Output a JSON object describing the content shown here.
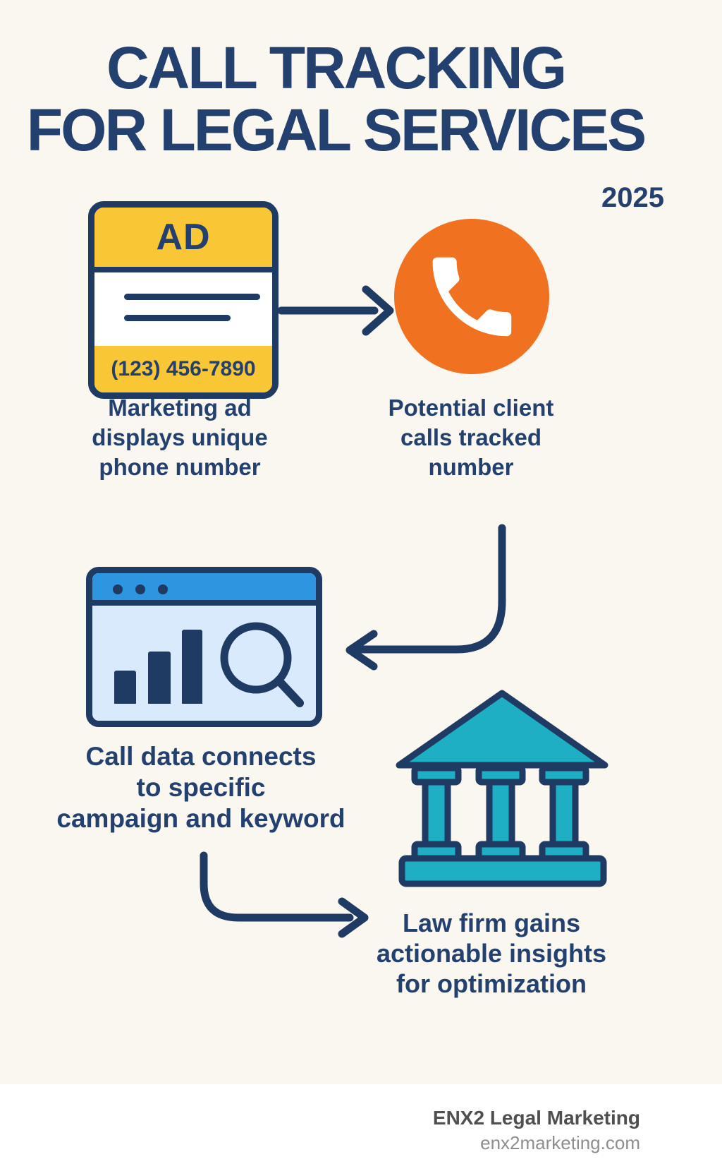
{
  "colors": {
    "background": "#FAF7F0",
    "navy": "#1F3A63",
    "text-navy": "#24406E",
    "yellow": "#F9C636",
    "orange": "#F0711F",
    "blue": "#2E95E1",
    "light-blue": "#D8EAFB",
    "teal": "#1EAFC4",
    "footer-bg": "#FFFFFF",
    "footer-dark": "#4F4F4F",
    "footer-light": "#8E8E8E"
  },
  "header": {
    "title_line1": "CALL TRACKING",
    "title_line2": "FOR LEGAL SERVICES",
    "year": "2025"
  },
  "ad_card": {
    "badge": "AD",
    "phone_number": "(123) 456-7890"
  },
  "steps": {
    "step1": {
      "icon": "ad-card-icon",
      "caption": [
        "Marketing ad",
        "displays unique",
        "phone number"
      ]
    },
    "step2": {
      "icon": "phone-call-icon",
      "caption": [
        "Potential client",
        "calls tracked",
        "number"
      ]
    },
    "step3": {
      "icon": "analytics-browser-icon",
      "caption": [
        "Call data connects",
        "to specific",
        "campaign and keyword"
      ]
    },
    "step4": {
      "icon": "courthouse-icon",
      "caption": [
        "Law firm gains",
        "actionable insights",
        "for optimization"
      ]
    }
  },
  "footer": {
    "brand": "ENX2 Legal Marketing",
    "website": "enx2marketing.com"
  }
}
